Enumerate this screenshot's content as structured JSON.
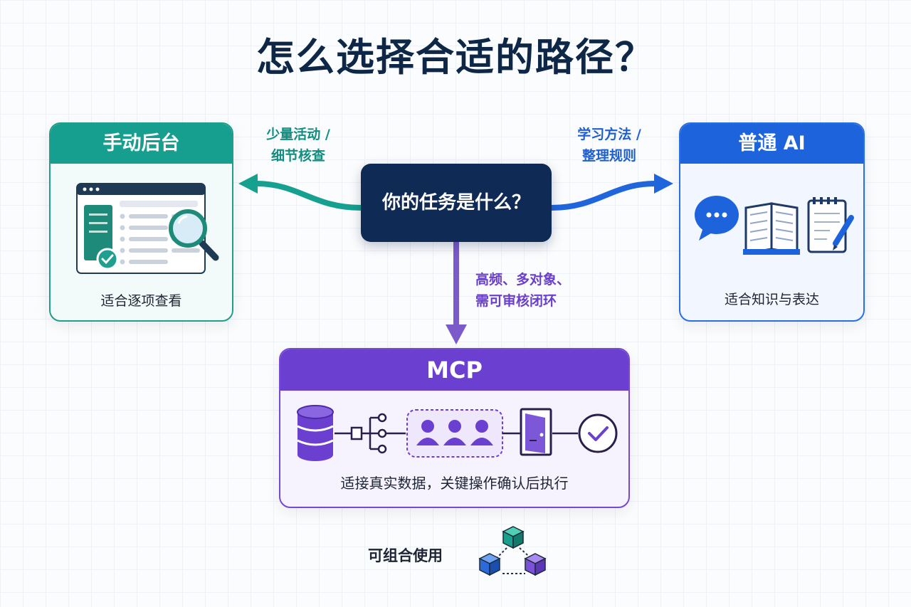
{
  "title": "怎么选择合适的路径？",
  "center": {
    "label": "你的任务是什么？"
  },
  "branches": {
    "left": {
      "line1": "少量活动 /",
      "line2": "细节核查"
    },
    "right": {
      "line1": "学习方法 /",
      "line2": "整理规则"
    },
    "down": {
      "line1": "高频、多对象、",
      "line2": "需可审核闭环"
    }
  },
  "cards": {
    "manual": {
      "title": "手动后台",
      "caption": "适合逐项查看",
      "icon": "dashboard-magnifier-icon"
    },
    "ai": {
      "title": "普通 AI",
      "caption": "适合知识与表达",
      "icons": [
        "chat-bubble-icon",
        "open-book-icon",
        "notepad-pen-icon"
      ]
    },
    "mcp": {
      "title": "MCP",
      "caption": "适接真实数据，关键操作确认后执行",
      "icons": [
        "database-icon",
        "branch-icon",
        "users-group-icon",
        "door-icon",
        "check-circle-icon"
      ]
    }
  },
  "footer": {
    "label": "可组合使用",
    "icon": "cubes-network-icon"
  },
  "colors": {
    "teal": "#169f8f",
    "blue": "#1d63dc",
    "purple": "#6b3fd0",
    "navy": "#0e2a55"
  }
}
